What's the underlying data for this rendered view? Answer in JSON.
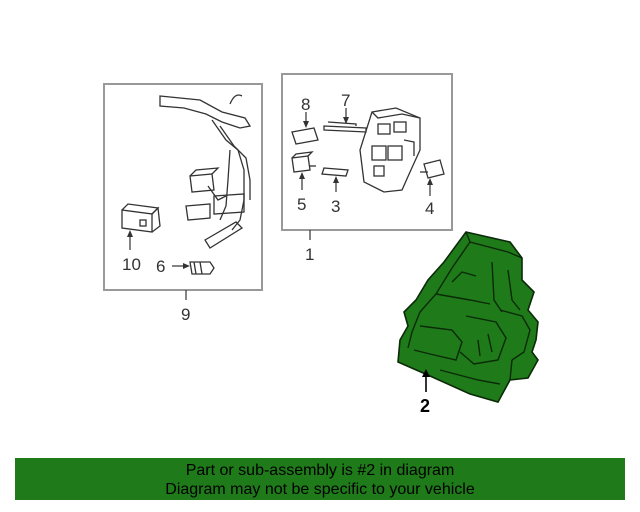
{
  "callouts": {
    "c1": "1",
    "c2": "2",
    "c3": "3",
    "c4": "4",
    "c5": "5",
    "c6": "6",
    "c7": "7",
    "c8": "8",
    "c9": "9",
    "c10": "10"
  },
  "banner": {
    "line1": "Part or sub-assembly is #2 in diagram",
    "line2": "Diagram may not be specific to your vehicle"
  },
  "colors": {
    "highlight_part": "#1f7a1a",
    "banner_bg": "#1f7a1a",
    "line": "#333333"
  }
}
